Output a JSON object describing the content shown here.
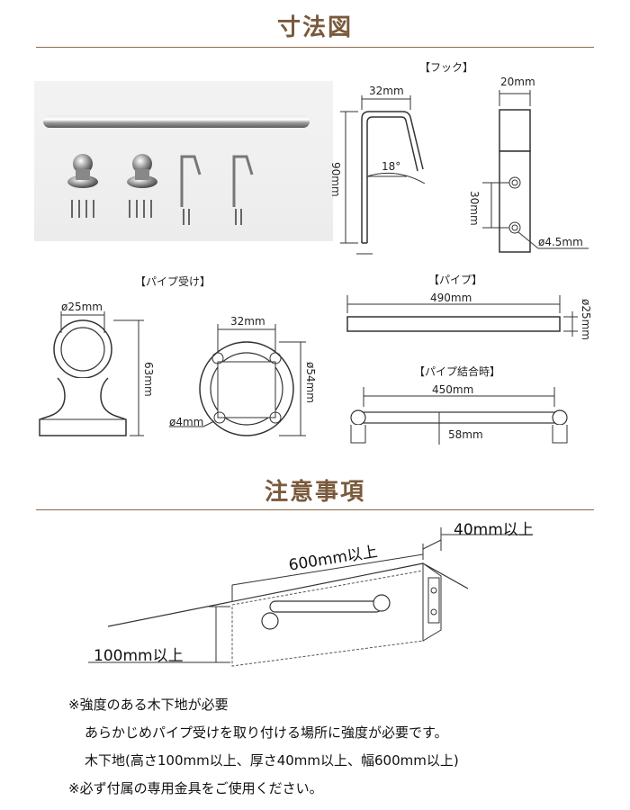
{
  "sections": {
    "dimensions_title": "寸法図",
    "notes_title": "注意事項"
  },
  "hook": {
    "label": "【フック】",
    "width": "32mm",
    "height": "90mm",
    "angle": "18°",
    "side_width": "20mm",
    "hole_pitch": "30mm",
    "hole_dia": "ø4.5mm"
  },
  "holder": {
    "label": "【パイプ受け】",
    "ring_dia": "ø25mm",
    "height": "63mm",
    "hole_pitch": "32mm",
    "base_dia": "ø54mm",
    "hole_dia": "ø4mm"
  },
  "pipe": {
    "label": "【パイプ】",
    "length": "490mm",
    "dia": "ø25mm"
  },
  "assembled": {
    "label": "【パイプ結合時】",
    "length": "450mm",
    "projection": "58mm"
  },
  "install": {
    "thickness": "40mm以上",
    "width": "600mm以上",
    "height": "100mm以上"
  },
  "notes": [
    "※強度のある木下地が必要",
    "あらかじめパイプ受けを取り付ける場所に強度が必要です。",
    "木下地(高さ100mm以上、厚さ40mm以上、幅600mm以上)",
    "※必ず付属の専用金具をご使用ください。"
  ],
  "colors": {
    "heading": "#7a5a3c",
    "rule": "#8a6a4c",
    "photo_bg": "#f0f0f0"
  }
}
